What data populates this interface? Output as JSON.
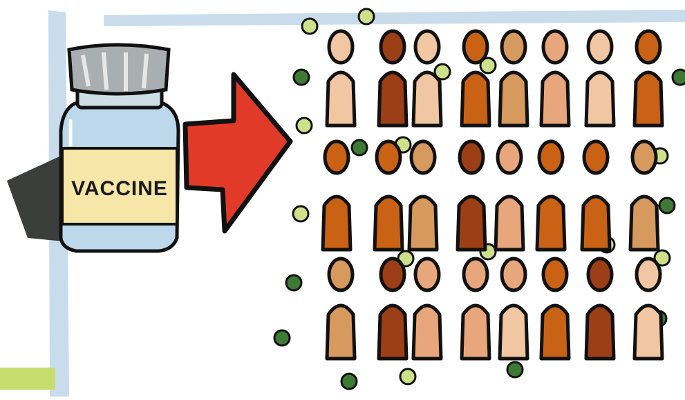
{
  "illustration": {
    "vial": {
      "label": "VACCINE"
    },
    "colors": {
      "frame": "#c8dcec",
      "accent_bar": "#c8dc6e",
      "vial_liquid": "#bcd8ea",
      "vial_label": "#f6e7a8",
      "vial_cap": "#a9aeb0",
      "shadow": "#3a3f3c",
      "arrow": "#e23a28",
      "outline": "#111111",
      "particle_light": "#cfe08a",
      "particle_dark": "#3d7a34",
      "skin_tones": [
        "#f1c6a2",
        "#e8a67c",
        "#d6995e",
        "#c96214",
        "#9c3e16"
      ]
    },
    "crowd": {
      "rows": 3,
      "people_per_row": 8
    }
  }
}
